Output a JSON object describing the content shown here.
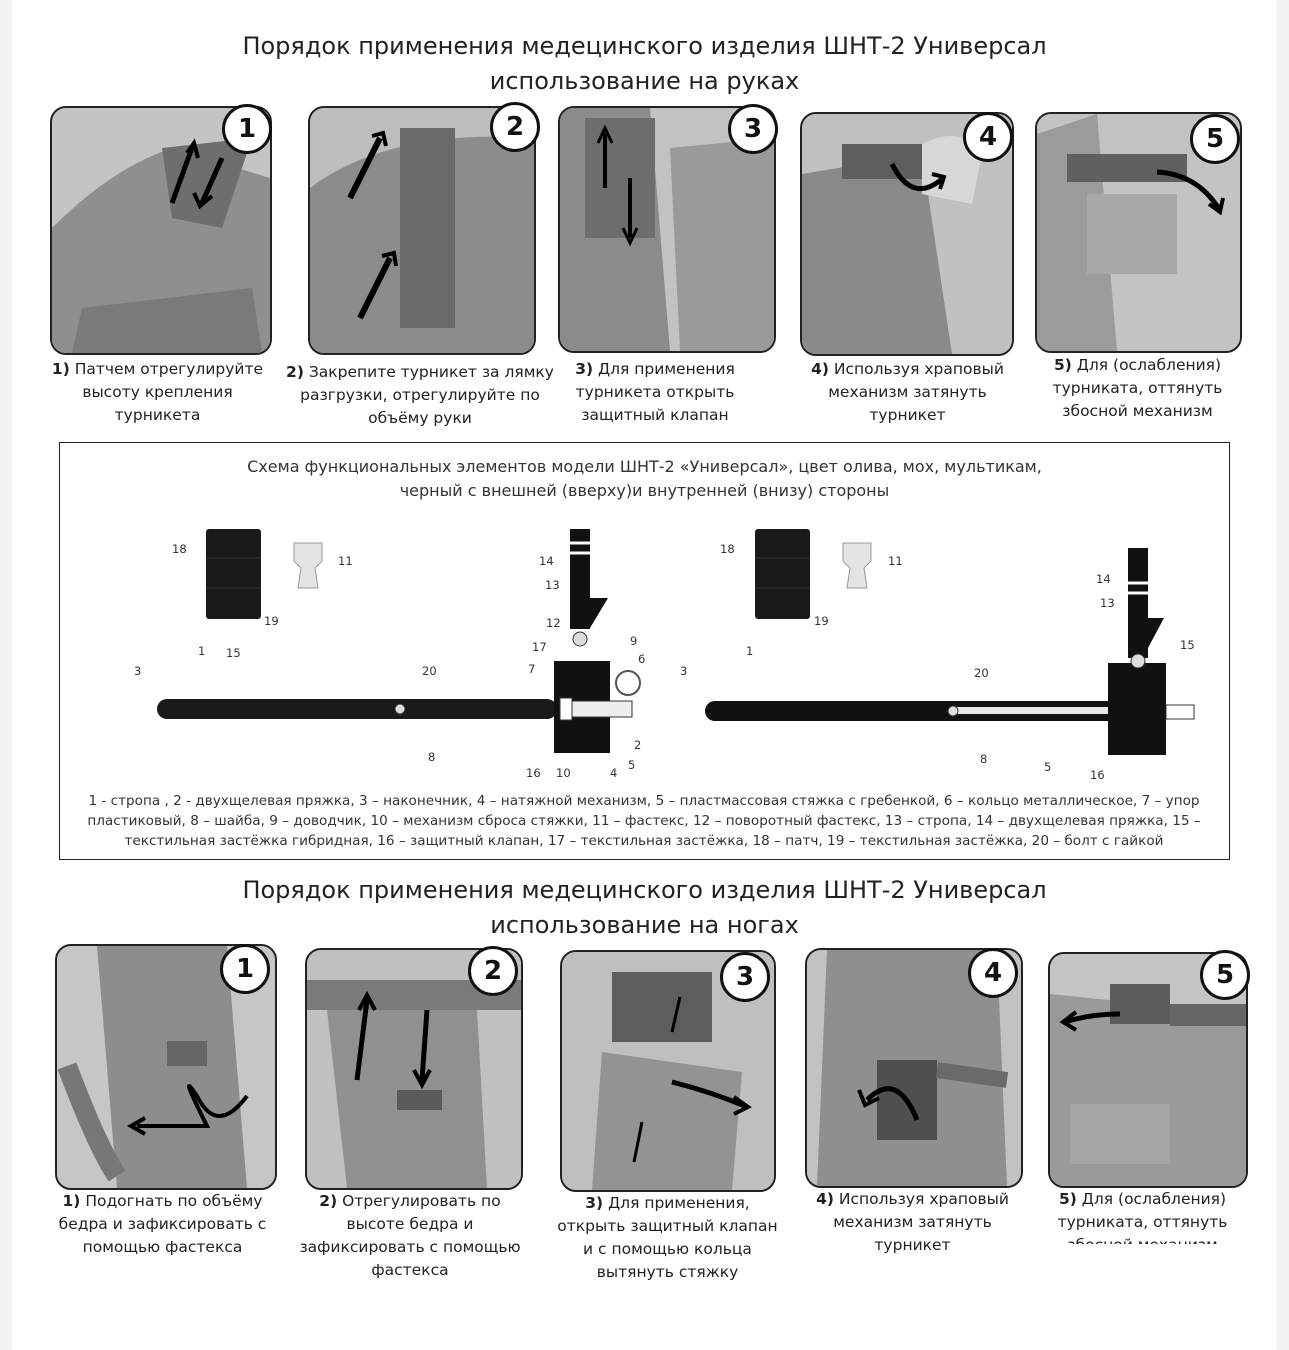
{
  "arms": {
    "title_line1": "Порядок применения медецинского изделия ШНТ-2 Универсал",
    "title_line2": "использование на руках",
    "steps": [
      {
        "num": "1",
        "bold": "1)",
        "text": "Патчем отрегулируйте высоту крепления турникета"
      },
      {
        "num": "2",
        "bold": "2)",
        "text": "Закрепите турникет за лямку разгрузки, отрегулируйте по объёму руки"
      },
      {
        "num": "3",
        "bold": "3)",
        "text": "Для применения турникета открыть защитный клапан"
      },
      {
        "num": "4",
        "bold": "4)",
        "text": "Используя храповый механизм затянуть турникет"
      },
      {
        "num": "5",
        "bold": "5)",
        "text": "Для (ослабления) турниката, оттянуть збосной механизм"
      }
    ]
  },
  "scheme": {
    "title_line1": "Схема функциональных элементов модели ШНТ-2 «Универсал», цвет олива, мох, мультикам,",
    "title_line2": "черный с внешней (вверху)и внутренней (внизу) стороны",
    "labels_left": [
      "18",
      "11",
      "19",
      "14",
      "13",
      "12",
      "17",
      "9",
      "6",
      "3",
      "1",
      "15",
      "20",
      "7",
      "8",
      "2",
      "16",
      "10",
      "4",
      "5"
    ],
    "labels_right": [
      "18",
      "11",
      "19",
      "14",
      "13",
      "15",
      "3",
      "1",
      "20",
      "8",
      "5",
      "16"
    ],
    "legend_line1": "1 - стропа , 2 - двухщелевая пряжка, 3 – наконечник, 4 – натяжной механизм, 5 – пластмассовая стяжка с гребенкой, 6 – кольцо металлическое, 7 – упор",
    "legend_line2": "пластиковый, 8 – шайба, 9 – доводчик, 10 – механизм сброса стяжки, 11 – фастекс, 12 – поворотный фастекс, 13 – стропа, 14 – двухщелевая пряжка, 15 –",
    "legend_line3": "текстильная застёжка гибридная, 16 – защитный клапан, 17 – текстильная застёжка, 18 – патч, 19 – текстильная застёжка, 20 – болт с гайкой"
  },
  "legs": {
    "title_line1": "Порядок применения медецинского изделия ШНТ-2 Универсал",
    "title_line2": "использование на ногах",
    "steps": [
      {
        "num": "1",
        "bold": "1)",
        "text": "Подогнать по объёму бедра и зафиксировать с помощью фастекса"
      },
      {
        "num": "2",
        "bold": "2)",
        "text": "Отрегулировать по высоте бедра и зафиксировать с помощью фастекса"
      },
      {
        "num": "3",
        "bold": "3)",
        "text": "Для применения, открыть защитный клапан и с помощью кольца вытянуть стяжку"
      },
      {
        "num": "4",
        "bold": "4)",
        "text": "Используя храповый механизм затянуть турникет"
      },
      {
        "num": "5",
        "bold": "5)",
        "text": "Для (ослабления) турниката, оттянуть збосной механизм"
      }
    ]
  },
  "colors": {
    "ink": "#111111",
    "photo_gray": "#b9b9b9",
    "strap": "#1a1a1a"
  }
}
